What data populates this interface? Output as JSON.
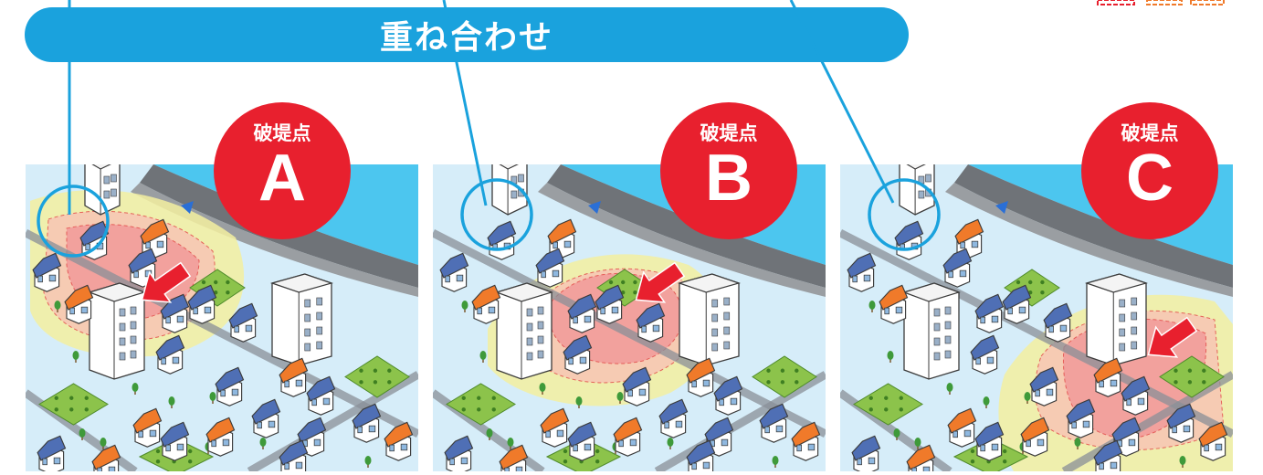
{
  "header": {
    "title": "重ね合わせ"
  },
  "colors": {
    "header_bar": "#1aa2dd",
    "badge": "#e8202e",
    "land": "#d6edf9",
    "river": "#4cc6ef",
    "levee": "#6f7378",
    "flood_core": "#f29a9a",
    "flood_mid": "#f8c5b5",
    "flood_outer": "#f3efa0",
    "roof_orange": "#f07a2a",
    "roof_blue": "#4f6fb5"
  },
  "panels": [
    {
      "id": "a",
      "caption": "破堤点",
      "letter": "A"
    },
    {
      "id": "b",
      "caption": "破堤点",
      "letter": "B"
    },
    {
      "id": "c",
      "caption": "破堤点",
      "letter": "C"
    }
  ]
}
